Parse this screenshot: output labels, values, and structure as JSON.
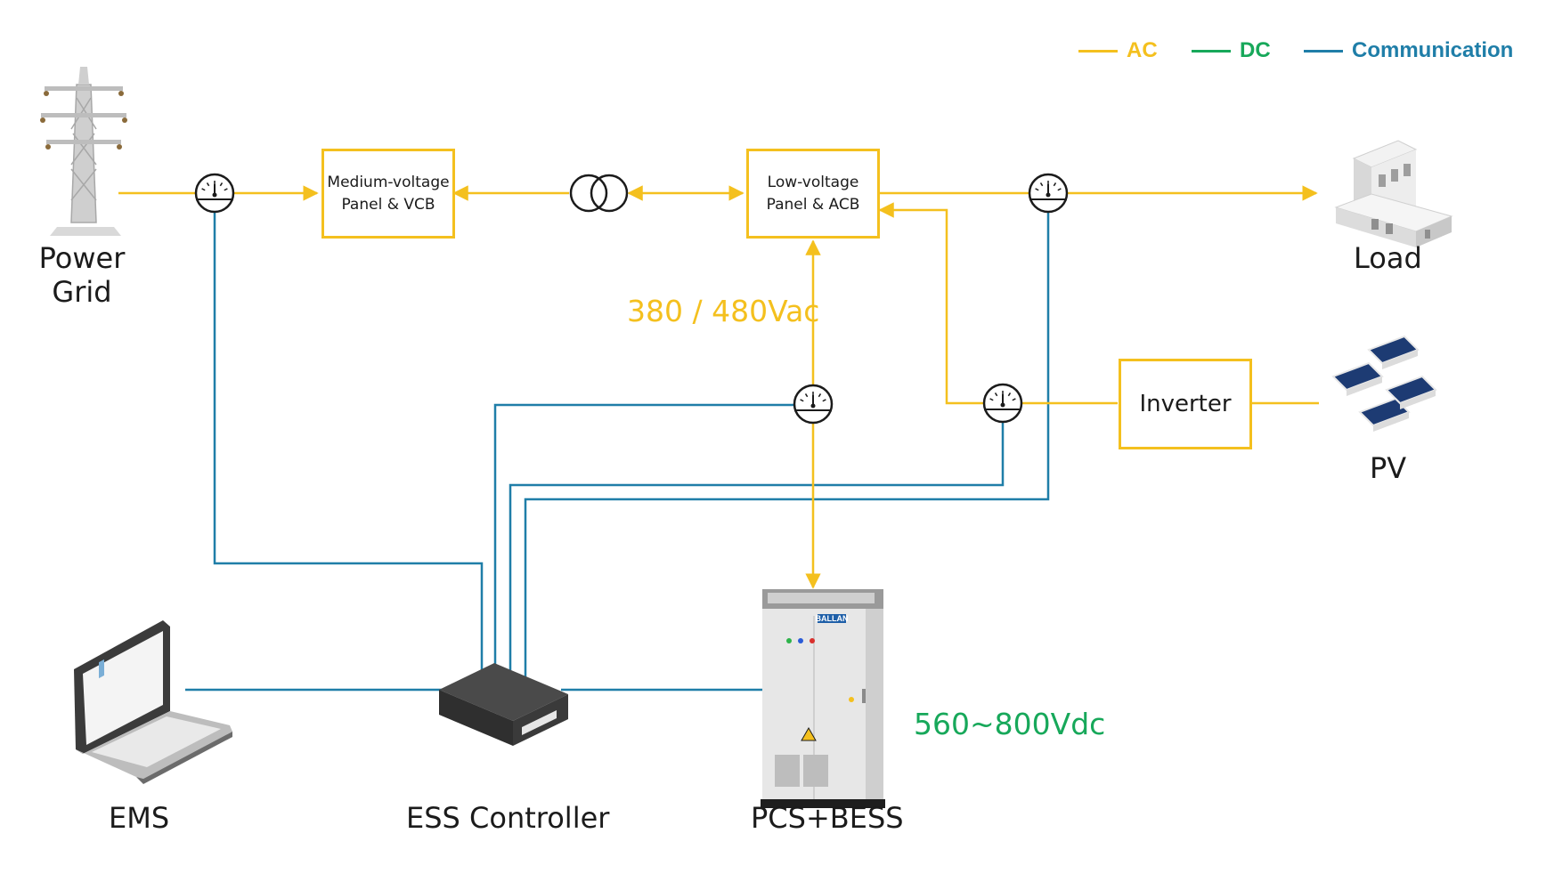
{
  "legend": [
    {
      "label": "AC",
      "color": "#F4C01E"
    },
    {
      "label": "DC",
      "color": "#17A85A"
    },
    {
      "label": "Communication",
      "color": "#1F7EA8"
    }
  ],
  "nodes": {
    "power_grid": "Power\nGrid",
    "load": "Load",
    "pv": "PV",
    "ems": "EMS",
    "ess_controller": "ESS Controller",
    "pcs_bess": "PCS+BESS"
  },
  "boxes": {
    "mv_panel": "Medium-voltage\nPanel & VCB",
    "lv_panel": "Low-voltage\nPanel & ACB",
    "inverter": "Inverter"
  },
  "annotations": {
    "ac_voltage": "380 / 480Vac",
    "dc_voltage": "560~800Vdc"
  },
  "cabinet_brand": "BALLAN",
  "colors": {
    "ac": "#F4C01E",
    "dc": "#17A85A",
    "communication": "#1F7EA8"
  }
}
